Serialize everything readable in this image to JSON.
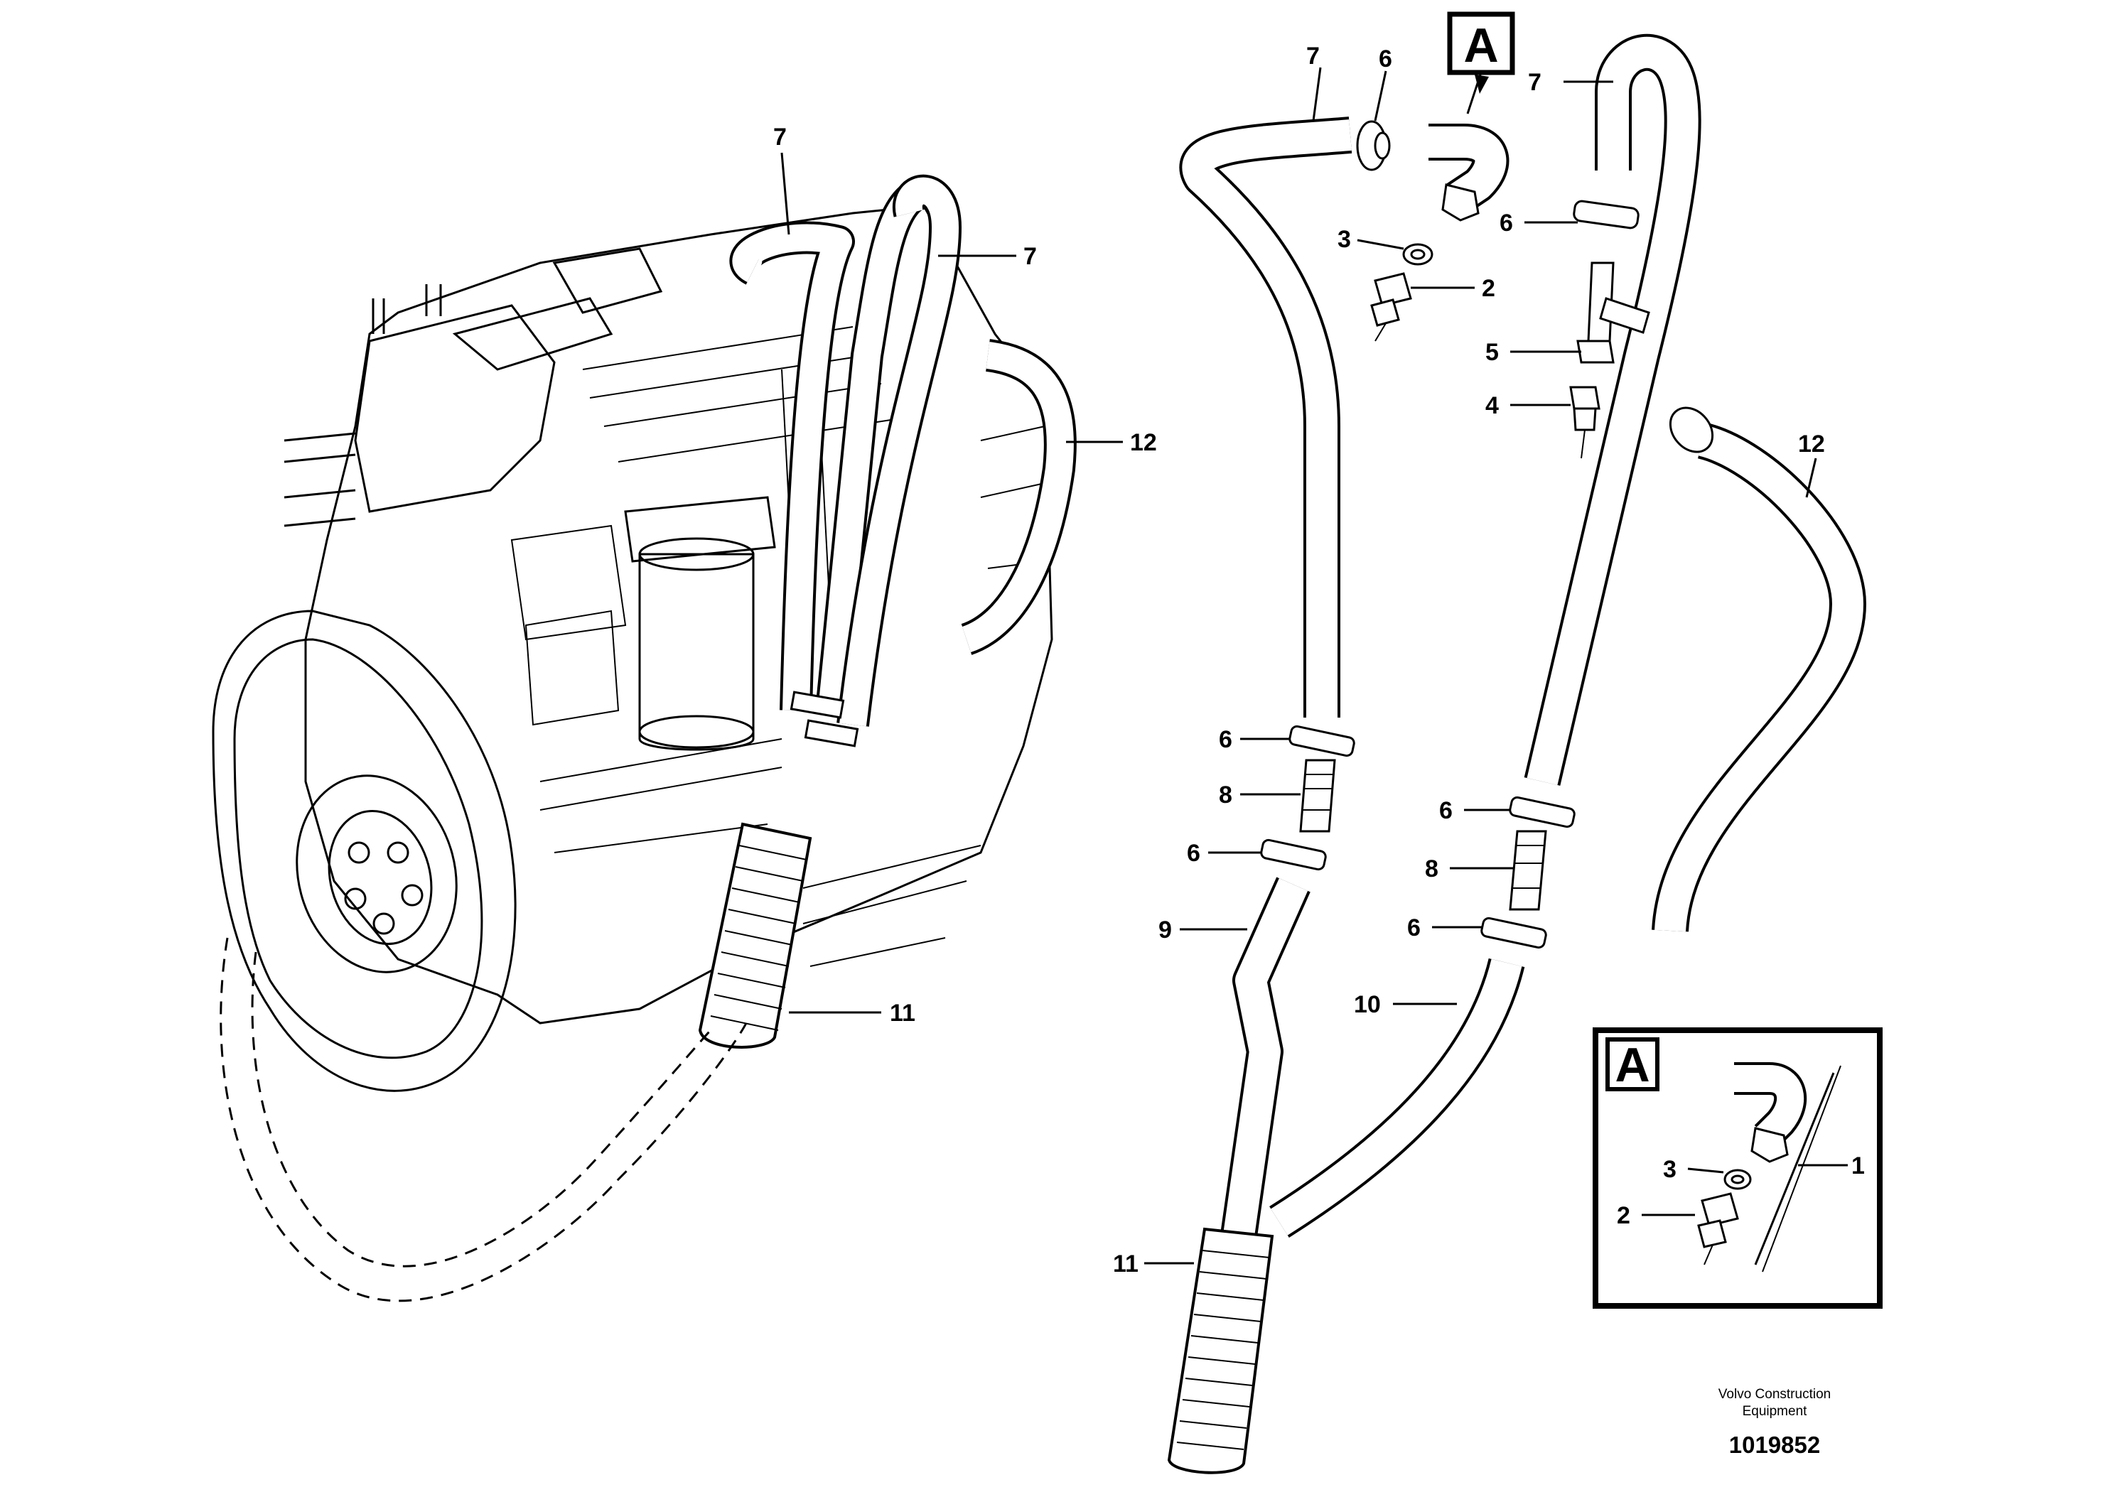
{
  "callouts": {
    "engine": [
      {
        "id": "engine-callout-7-top",
        "label": "7"
      },
      {
        "id": "engine-callout-7-right",
        "label": "7"
      },
      {
        "id": "engine-callout-12",
        "label": "12"
      },
      {
        "id": "engine-callout-11",
        "label": "11"
      }
    ],
    "hose_9": [
      {
        "id": "callout-7-left",
        "label": "7"
      },
      {
        "id": "callout-6-top",
        "label": "6"
      },
      {
        "id": "callout-3",
        "label": "3"
      },
      {
        "id": "callout-2",
        "label": "2"
      },
      {
        "id": "callout-6-mid",
        "label": "6"
      },
      {
        "id": "callout-8",
        "label": "8"
      },
      {
        "id": "callout-6-low",
        "label": "6"
      },
      {
        "id": "callout-9",
        "label": "9"
      },
      {
        "id": "callout-11",
        "label": "11"
      }
    ],
    "hose_10": [
      {
        "id": "callout-7-right",
        "label": "7"
      },
      {
        "id": "callout-6-tee",
        "label": "6"
      },
      {
        "id": "callout-5",
        "label": "5"
      },
      {
        "id": "callout-4",
        "label": "4"
      },
      {
        "id": "callout-12",
        "label": "12"
      },
      {
        "id": "callout-6-mid-r",
        "label": "6"
      },
      {
        "id": "callout-8-r",
        "label": "8"
      },
      {
        "id": "callout-6-low-r",
        "label": "6"
      },
      {
        "id": "callout-10",
        "label": "10"
      }
    ],
    "detail": [
      {
        "id": "detail-callout-3",
        "label": "3"
      },
      {
        "id": "detail-callout-2",
        "label": "2"
      },
      {
        "id": "detail-callout-1",
        "label": "1"
      }
    ]
  },
  "view_markers": {
    "main": "A",
    "detail": "A"
  },
  "footer": {
    "brand_line1": "Volvo Construction",
    "brand_line2": "Equipment",
    "drawing_number": "1019852"
  }
}
